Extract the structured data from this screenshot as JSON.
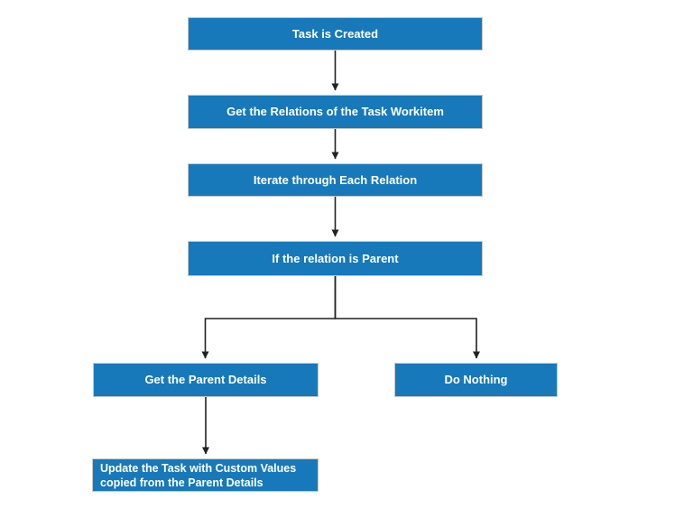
{
  "diagram": {
    "title": "Task parent-copy flowchart",
    "colors": {
      "background": "#ffffff",
      "node_fill": "#1779ba",
      "node_border": "#c8c8c8",
      "node_text": "#ffffff",
      "connector": "#212121"
    },
    "nodes": [
      {
        "id": "task-created",
        "label": "Task is Created"
      },
      {
        "id": "get-relations",
        "label": "Get the Relations of the Task Workitem"
      },
      {
        "id": "iterate-relations",
        "label": "Iterate through Each Relation"
      },
      {
        "id": "if-relation-parent",
        "label": "If the relation is Parent"
      },
      {
        "id": "get-parent-details",
        "label": "Get the Parent Details"
      },
      {
        "id": "do-nothing",
        "label": "Do Nothing"
      },
      {
        "id": "update-task",
        "label": "Update the Task with Custom Values\ncopied from the Parent Details"
      }
    ],
    "edges": [
      {
        "from": "task-created",
        "to": "get-relations"
      },
      {
        "from": "get-relations",
        "to": "iterate-relations"
      },
      {
        "from": "iterate-relations",
        "to": "if-relation-parent"
      },
      {
        "from": "if-relation-parent",
        "to": "get-parent-details"
      },
      {
        "from": "if-relation-parent",
        "to": "do-nothing"
      },
      {
        "from": "get-parent-details",
        "to": "update-task"
      }
    ]
  }
}
